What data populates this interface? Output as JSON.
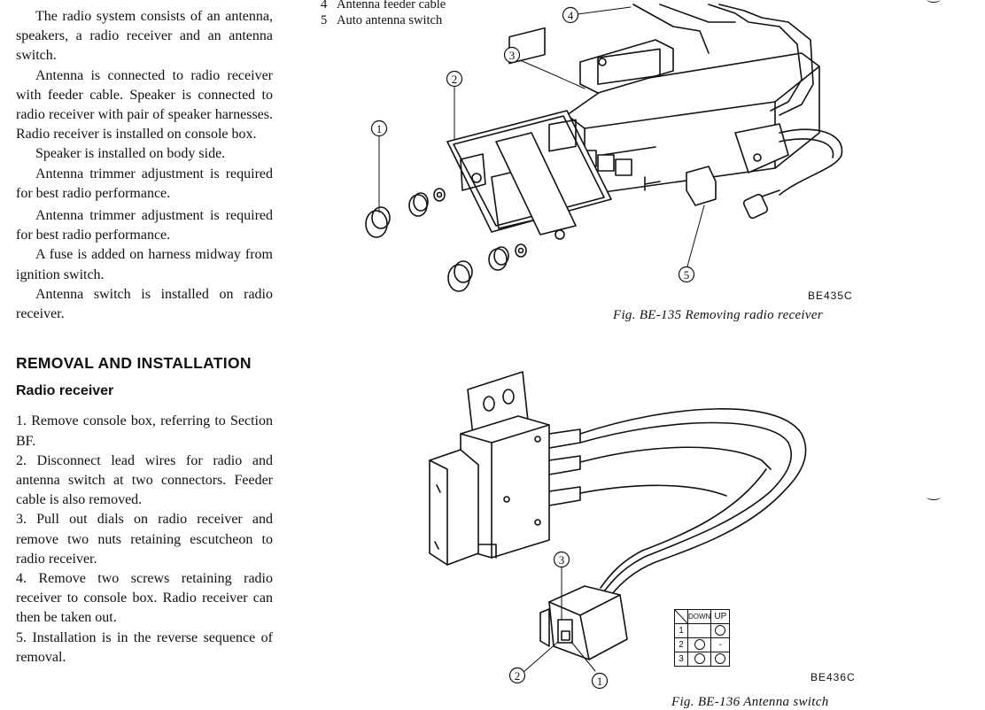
{
  "intro_paragraphs": [
    "The radio system consists of an antenna, speakers, a radio receiver and an antenna switch.",
    "Antenna is connected to radio receiver with feeder cable. Speaker is connected to radio receiver with pair of speaker harnesses. Radio receiver is installed on console box.",
    "Speaker is installed on body side.",
    "Antenna trimmer adjustment is required for best radio performance.",
    "Antenna trimmer adjustment is required for best radio performance.",
    "A fuse is added on harness midway from ignition switch.",
    "Antenna switch is installed on radio receiver."
  ],
  "section_heading": "REMOVAL AND INSTALLATION",
  "subheading": "Radio receiver",
  "steps": [
    "1.  Remove console box, referring to Section BF.",
    "2.  Disconnect lead wires for radio and antenna switch at two connectors. Feeder cable is also removed.",
    "3.  Pull out dials on radio receiver and remove two nuts retaining escutcheon to radio receiver.",
    "4.  Remove two screws retaining radio receiver to console box. Radio receiver can then be taken out.",
    "5.  Installation is in the reverse sequence of removal."
  ],
  "legend": [
    {
      "num": "4",
      "text": "Antenna feeder cable"
    },
    {
      "num": "5",
      "text": "Auto antenna switch"
    }
  ],
  "figure1": {
    "code": "BE435C",
    "caption": "Fig. BE-135  Removing radio receiver",
    "callouts": [
      "1",
      "2",
      "3",
      "4",
      "5"
    ]
  },
  "figure2": {
    "code": "BE436C",
    "caption": "Fig. BE-136  Antenna switch",
    "callouts": [
      "1",
      "2",
      "3"
    ],
    "switch_table": {
      "headers": [
        "DOWN",
        "UP"
      ],
      "rows": [
        {
          "label": "1",
          "down": "",
          "up": "o"
        },
        {
          "label": "2",
          "down": "o",
          "up": "-"
        },
        {
          "label": "3",
          "down": "o",
          "up": "o"
        }
      ]
    }
  }
}
